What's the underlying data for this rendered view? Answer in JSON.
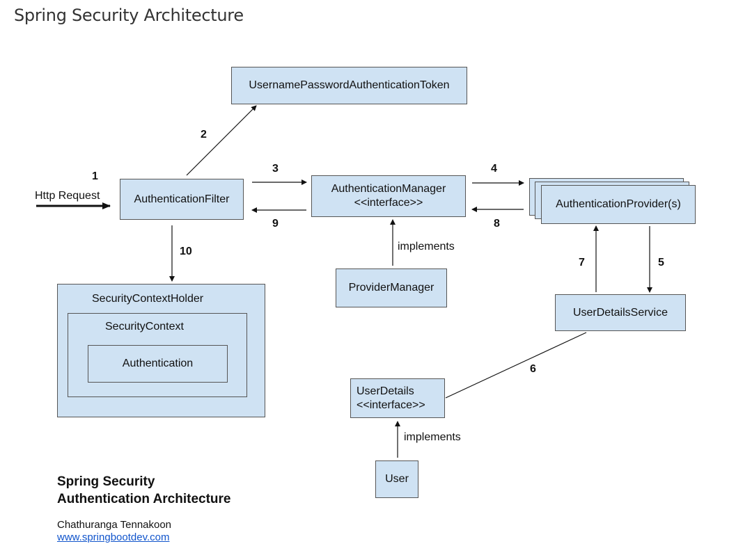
{
  "page_title": "Spring Security Architecture",
  "diagram": {
    "http_request": "Http Request",
    "boxes": {
      "token": "UsernamePasswordAuthenticationToken",
      "filter": "AuthenticationFilter",
      "manager_line1": "AuthenticationManager",
      "manager_line2": "<<interface>>",
      "provider": "AuthenticationProvider(s)",
      "provider_manager": "ProviderManager",
      "user_details_service": "UserDetailsService",
      "context_holder": "SecurityContextHolder",
      "security_context": "SecurityContext",
      "authentication": "Authentication",
      "user_details_line1": "UserDetails",
      "user_details_line2": "<<interface>>",
      "user": "User"
    },
    "steps": [
      "1",
      "2",
      "3",
      "4",
      "5",
      "6",
      "7",
      "8",
      "9",
      "10"
    ],
    "implements_label": "implements",
    "footer": {
      "title_line1": "Spring Security",
      "title_line2": "Authentication Architecture",
      "author": "Chathuranga Tennakoon",
      "link": "www.springbootdev.com"
    }
  }
}
